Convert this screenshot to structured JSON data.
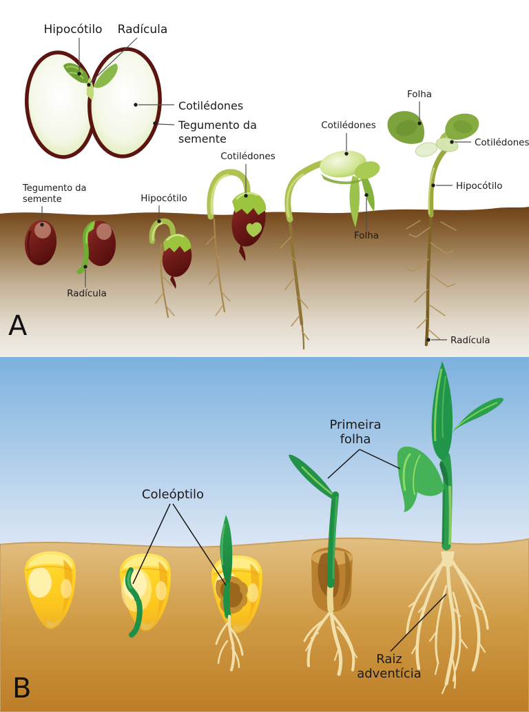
{
  "panel_a": {
    "letter": "A",
    "labels": {
      "hipocotilo_top": "Hipocótilo",
      "radicula_top": "Radícula",
      "cotiledones_top": "Cotilédones",
      "tegumento_top_line1": "Tegumento da",
      "tegumento_top_line2": "semente",
      "tegumento_stage1_line1": "Tegumento da",
      "tegumento_stage1_line2": "semente",
      "radicula_stage2": "Radícula",
      "hipocotilo_stage3": "Hipocótilo",
      "cotiledones_stage4": "Cotilédones",
      "cotiledones_stage5": "Cotilédones",
      "folha_stage5": "Folha",
      "folha_stage6": "Folha",
      "cotiledones_stage6": "Cotilédones",
      "hipocotilo_stage6": "Hipocótilo",
      "radicula_stage6": "Radícula"
    }
  },
  "panel_b": {
    "letter": "B",
    "labels": {
      "coleoptilo": "Coleóptilo",
      "primeira_folha_line1": "Primeira",
      "primeira_folha_line2": "folha",
      "raiz_adventicia_line1": "Raiz",
      "raiz_adventicia_line2": "adventícia"
    }
  },
  "colors": {
    "background": "#ffffff",
    "sky_top": "#7cb1de",
    "sky_bottom": "#dde7f5",
    "soil_a_top": "#6b4318",
    "soil_a_bottom": "#f1eee8",
    "soil_b_top": "#e2c083",
    "soil_b_bottom": "#bd7d27",
    "bean_seed_maroon": "#6b1a18",
    "bean_sprout_green": "#a3bd4a",
    "bean_leaf_green": "#7da33c",
    "corn_kernel_yellow": "#fed020",
    "corn_green": "#1f9147",
    "root_cream": "#f2e0ac",
    "root_tan": "#b3925a",
    "label_text": "#1a1a1a"
  }
}
